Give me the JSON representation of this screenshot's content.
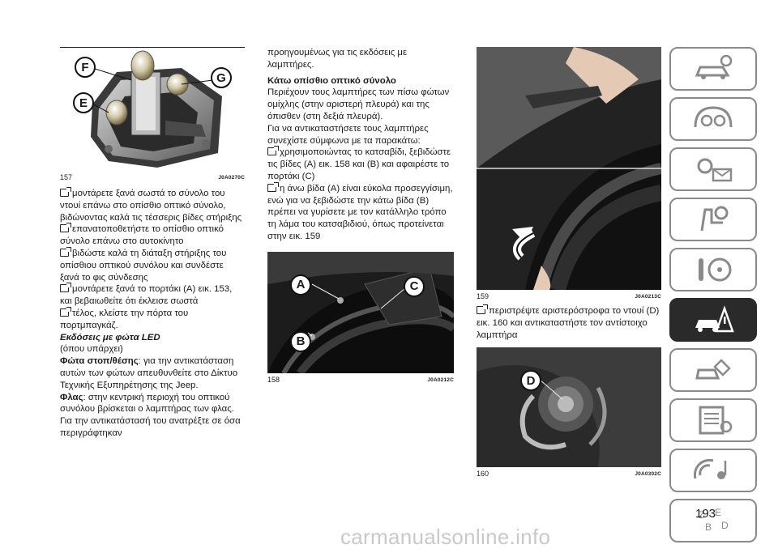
{
  "figures": {
    "f157": {
      "num": "157",
      "code": "J0A0270C",
      "callouts": [
        "F",
        "G",
        "E"
      ]
    },
    "f158": {
      "num": "158",
      "code": "J0A0212C",
      "callouts": [
        "A",
        "C",
        "B"
      ]
    },
    "f159": {
      "num": "159",
      "code": "J0A0213C"
    },
    "f160": {
      "num": "160",
      "code": "J0A0302C",
      "callouts": [
        "D"
      ]
    }
  },
  "col1": {
    "b1": "μοντάρετε ξανά σωστά το σύνολο του ντουί επάνω στο οπίσθιο οπτικό σύνολο, βιδώνοντας καλά τις τέσσερις βίδες στήριξης",
    "b2": "επανατοποθετήστε το οπίσθιο οπτικό σύνολο επάνω στο αυτοκίνητο",
    "b3": "βιδώστε καλά τη διάταξη στήριξης του οπίσθιου οπτικού συνόλου και συνδέστε ξανά το φις σύνδεσης",
    "b4": "μοντάρετε ξανά το πορτάκι (A) εικ. 153, και βεβαιωθείτε ότι έκλεισε σωστά",
    "b5": "τέλος, κλείστε την πόρτα του πορτμπαγκάζ.",
    "led_heading": "Εκδόσεις με φώτα LED",
    "led_sub": "(όπου υπάρχει)",
    "stop_label": "Φώτα στοπ/θέσης",
    "stop_text": ": για την αντικατάσταση αυτών των φώτων απευθυνθείτε στο Δίκτυο Τεχνικής Εξυπηρέτησης της Jeep.",
    "flag_label": "Φλας",
    "flag_text": ": στην κεντρική περιοχή του οπτικού συνόλου βρίσκεται ο λαμπτήρας των φλας. Για την αντικατάστασή του ανατρέξτε σε όσα περιγράφτηκαν"
  },
  "col2": {
    "intro": "προηγουμένως για τις εκδόσεις με λαμπτήρες.",
    "heading": "Κάτω οπίσθιο οπτικό σύνολο",
    "p1": "Περιέχουν τους λαμπτήρες των πίσω φώτων ομίχλης (στην αριστερή πλευρά) και της όπισθεν (στη δεξιά πλευρά).",
    "p2": "Για να αντικαταστήσετε τους λαμπτήρες συνεχίστε σύμφωνα με τα παρακάτω:",
    "b1": "χρησιμοποιώντας το κατσαβίδι, ξεβιδώστε τις βίδες (A) εικ. 158 και (B) και αφαιρέστε το πορτάκι (C)",
    "b2": "η άνω βίδα (A) είναι εύκολα προσεγγίσιμη, ενώ για να ξεβιδώστε την κάτω βίδα (B) πρέπει να γυρίσετε με τον κατάλληλο τρόπο τη λάμα του κατσαβιδιού, όπως προτείνεται στην εικ. 159"
  },
  "col3": {
    "b1": "περιστρέψτε αριστερόστροφα το ντουί (D) εικ. 160 και αντικαταστήστε τον αντίστοιχο λαμπτήρα"
  },
  "side_tabs": [
    {
      "icon": "car-info-icon"
    },
    {
      "icon": "dashboard-gauge-icon"
    },
    {
      "icon": "lights-message-icon"
    },
    {
      "icon": "seat-safety-icon"
    },
    {
      "icon": "starting-driving-icon"
    },
    {
      "icon": "emergency-car-icon",
      "active": true
    },
    {
      "icon": "maintenance-icon"
    },
    {
      "icon": "technical-data-icon"
    },
    {
      "icon": "multimedia-icon"
    },
    {
      "icon": "index-icon"
    }
  ],
  "page_number": "193",
  "watermark": "carmanualsonline.info",
  "colors": {
    "text": "#1a1a1a",
    "tab_border": "#8a8a8a",
    "tab_active": "#2a2a2a",
    "watermark": "#c9c9c9"
  }
}
